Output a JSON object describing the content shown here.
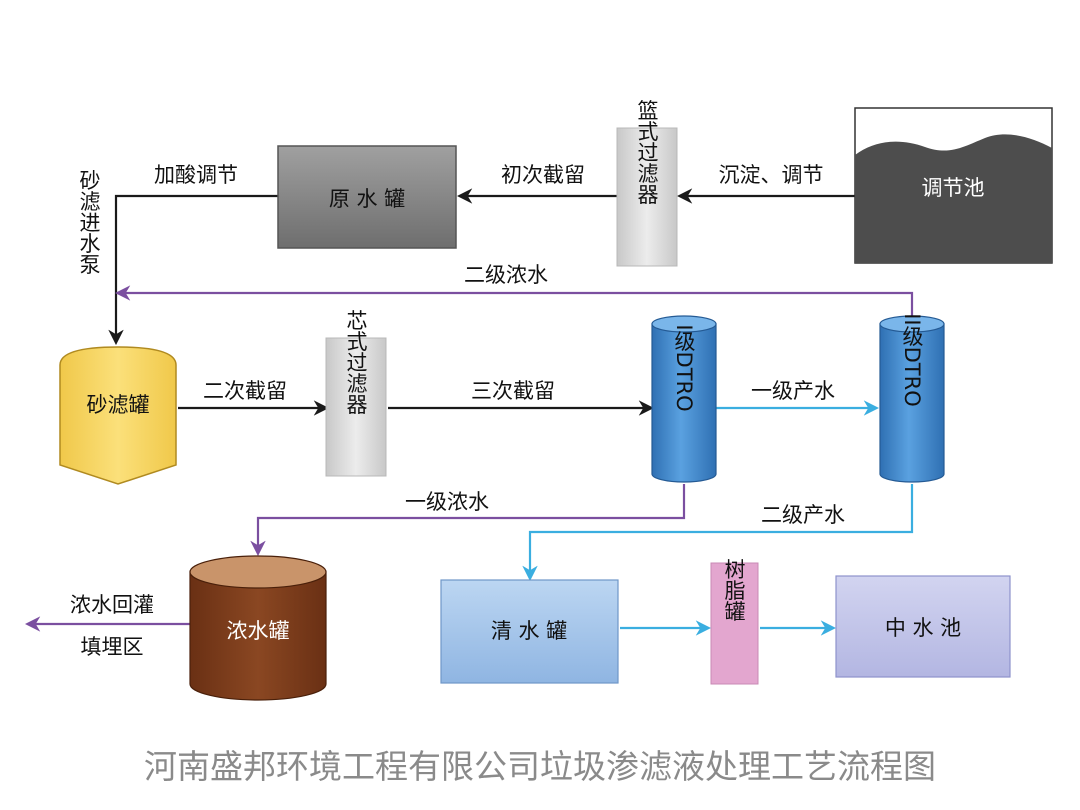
{
  "nodes": {
    "tiaojiechi": "调节池",
    "lanshi_filter": "篮式过滤器",
    "yuanshui_tank": "原 水 罐",
    "shalv_tank": "砂滤罐",
    "xinshi_filter": "芯式过滤器",
    "dtro1": "I级DTRO",
    "dtro2": "II级DTRO",
    "nongshui_tank": "浓水罐",
    "qingshui_tank": "清 水 罐",
    "shuzhi_tank": "树脂罐",
    "zhongshui_chi": "中 水 池"
  },
  "edges": {
    "chendian": "沉淀、调节",
    "chuci": "初次截留",
    "jiasuan": "加酸调节",
    "shalv_pump": "砂滤进水泵",
    "erji_nongshui": "二级浓水",
    "erci": "二次截留",
    "sanci": "三次截留",
    "yiji_chanshui": "一级产水",
    "yiji_nongshui": "一级浓水",
    "erji_chanshui": "二级产水",
    "huiguan": "浓水回灌",
    "tianmai": "填埋区"
  },
  "caption": "河南盛邦环境工程有限公司垃圾渗滤液处理工艺流程图",
  "colors": {
    "black_flow": "#1a1a1a",
    "purple_flow": "#7b4fa0",
    "blue_flow": "#3aaee0",
    "tiaojiechi": "#4d4d4d",
    "yuanshui": "#8c8c8c",
    "filter_gray": "#d6d6d6",
    "sand": "#f5d45e",
    "dtro": "#3f86cc",
    "nongshui": "#7a3b1a",
    "qingshui": "#a9c8ec",
    "shuzhi": "#e3a6cf",
    "zhongshui": "#c3c6ea"
  }
}
